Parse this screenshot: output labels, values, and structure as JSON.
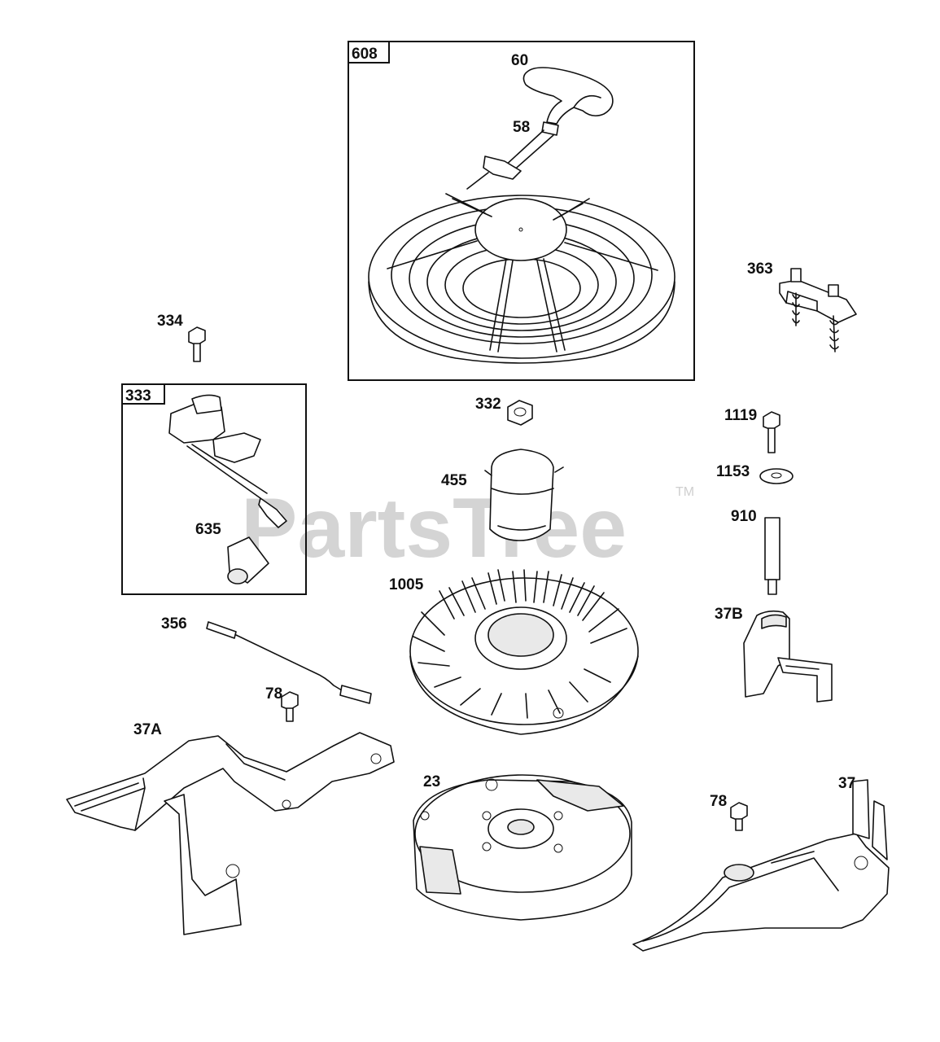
{
  "watermark": {
    "text": "PartsTree",
    "trademark": "TM"
  },
  "groups": [
    {
      "tag": "608"
    },
    {
      "tag": "333"
    }
  ],
  "labels": [
    "60",
    "58",
    "363",
    "334",
    "332",
    "1119",
    "1153",
    "455",
    "910",
    "635",
    "1005",
    "356",
    "37B",
    "78",
    "37A",
    "23",
    "78",
    "37"
  ]
}
